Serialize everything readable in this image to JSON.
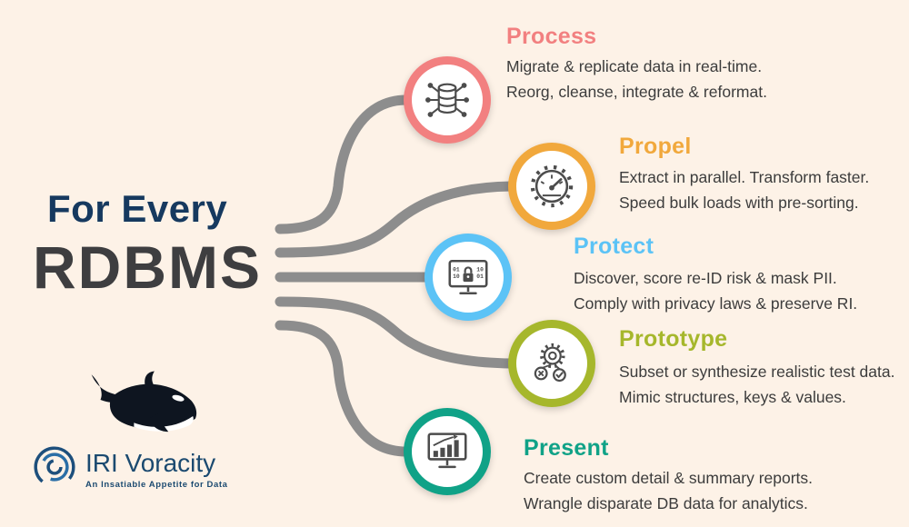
{
  "background_color": "#fdf2e7",
  "connector_color": "#8d8d8d",
  "title": {
    "line1": "For Every",
    "line2": "RDBMS"
  },
  "logo": {
    "brand": "IRI Voracity",
    "tagline": "An Insatiable Appetite for Data",
    "marks": [
      "orca-icon",
      "swirl-logo-icon"
    ]
  },
  "branches": [
    {
      "label": "Process",
      "color": "#f28080",
      "icon": "database-network-icon",
      "desc1": "Migrate & replicate data in real-time.",
      "desc2": "Reorg, cleanse, integrate & reformat."
    },
    {
      "label": "Propel",
      "color": "#f1a83c",
      "icon": "gauge-gear-icon",
      "desc1": "Extract in parallel. Transform faster.",
      "desc2": "Speed bulk loads with pre-sorting."
    },
    {
      "label": "Protect",
      "color": "#5cc3f6",
      "icon": "monitor-lock-icon",
      "desc1": "Discover, score re-ID risk & mask PII.",
      "desc2": "Comply with privacy laws & preserve RI."
    },
    {
      "label": "Prototype",
      "color": "#a6b72c",
      "icon": "gears-test-check-icon",
      "desc1": "Subset or synthesize realistic test data.",
      "desc2": "Mimic structures, keys & values."
    },
    {
      "label": "Present",
      "color": "#10a287",
      "icon": "bar-chart-monitor-icon",
      "desc1": "Create custom detail & summary reports.",
      "desc2": "Wrangle disparate DB data for analytics."
    }
  ]
}
